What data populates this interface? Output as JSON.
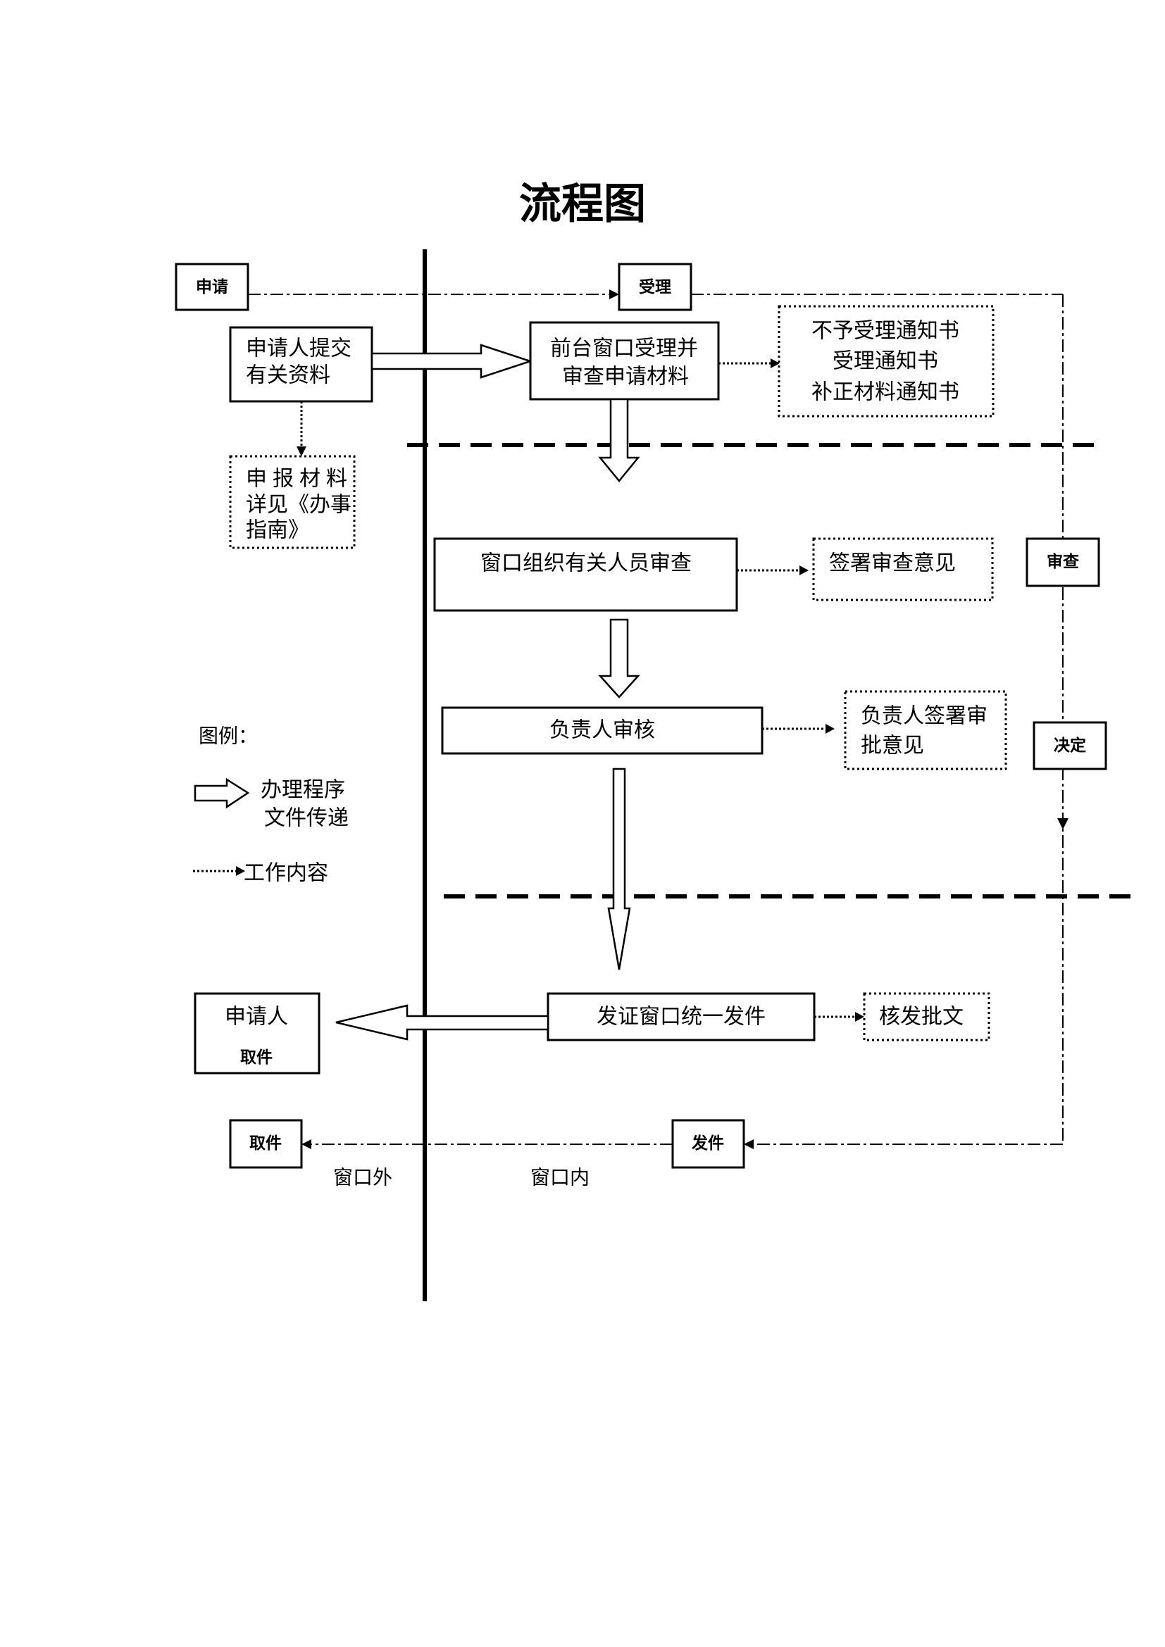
{
  "title": "流程图",
  "lanes": {
    "outside": "窗口外",
    "inside": "窗口内"
  },
  "stages": {
    "apply": "申请",
    "accept": "受理",
    "review": "审查",
    "decide": "决定",
    "issue": "发件",
    "pickup": "取件"
  },
  "nodes": {
    "submit": {
      "lines": [
        "申请人提交",
        "有关资料"
      ]
    },
    "materials": {
      "lines": [
        "申报材料",
        "详见《办事",
        "指南》"
      ]
    },
    "front_desk": {
      "lines": [
        "前台窗口受理并",
        "审查申请材料"
      ]
    },
    "notices": {
      "lines": [
        "不予受理通知书",
        "受理通知书",
        "补正材料通知书"
      ]
    },
    "window_review": {
      "lines": [
        "窗口组织有关人员审查"
      ]
    },
    "sign_review": {
      "lines": [
        "签署审查意见"
      ]
    },
    "head_review": {
      "lines": [
        "负责人审核"
      ]
    },
    "head_sign": {
      "lines": [
        "负责人签署审",
        "批意见"
      ]
    },
    "issue_window": {
      "lines": [
        "发证窗口统一发件"
      ]
    },
    "approval": {
      "lines": [
        "核发批文"
      ]
    },
    "applicant_pickup": {
      "lines": [
        "申请人",
        "取件"
      ]
    }
  },
  "legend": {
    "title": "图例：",
    "process_arrow": [
      "办理程序",
      "文件传递"
    ],
    "dotted_arrow": "工作内容"
  }
}
